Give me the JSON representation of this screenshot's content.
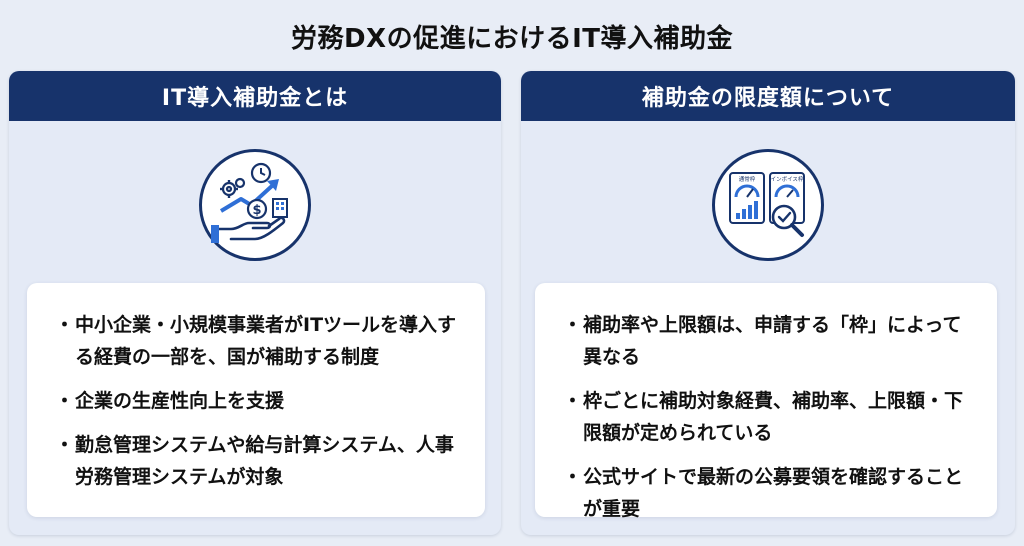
{
  "page": {
    "title": "労務DXの促進におけるIT導入補助金"
  },
  "left_panel": {
    "header": "IT導入補助金とは",
    "icon": "hand-coin-growth-icon",
    "bullets": [
      "中小企業・小規模事業者がITツールを導入する経費の一部を、国が補助する制度",
      "企業の生産性向上を支援",
      "勤怠管理システムや給与計算システム、人事労務管理システムが対象"
    ]
  },
  "right_panel": {
    "header": "補助金の限度額について",
    "icon": "gauge-panels-magnifier-icon",
    "icon_labels": {
      "left": "通常枠",
      "right": "インボイス枠"
    },
    "bullets": [
      "補助率や上限額は、申請する「枠」によって異なる",
      "枠ごとに補助対象経費、補助率、上限額・下限額が定められている",
      "公式サイトで最新の公募要領を確認することが重要"
    ]
  },
  "colors": {
    "navy": "#17336b",
    "panel_bg": "#e4eaf6",
    "accent_blue": "#2f6fd6"
  }
}
